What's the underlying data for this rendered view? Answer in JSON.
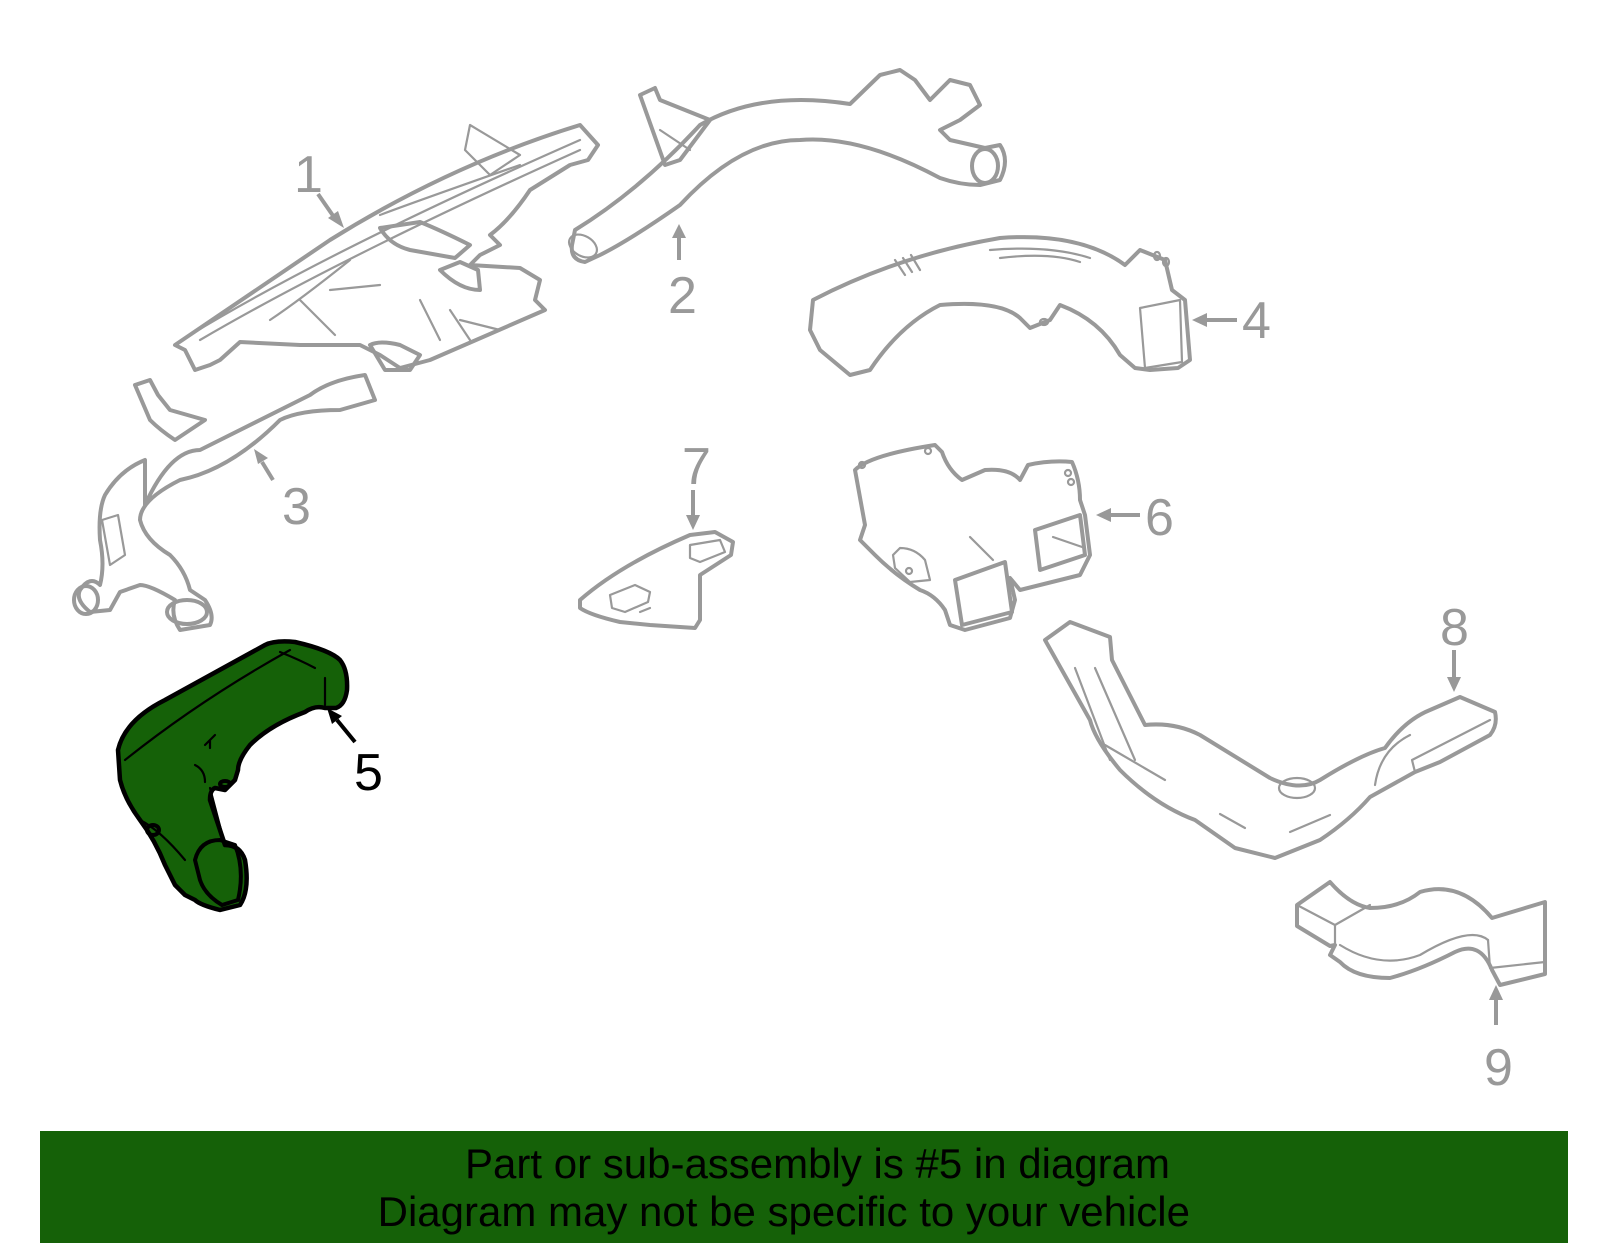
{
  "diagram": {
    "highlighted_part": "5",
    "callouts": [
      {
        "number": "1",
        "label": "1"
      },
      {
        "number": "2",
        "label": "2"
      },
      {
        "number": "3",
        "label": "3"
      },
      {
        "number": "4",
        "label": "4"
      },
      {
        "number": "5",
        "label": "5"
      },
      {
        "number": "6",
        "label": "6"
      },
      {
        "number": "7",
        "label": "7"
      },
      {
        "number": "8",
        "label": "8"
      },
      {
        "number": "9",
        "label": "9"
      }
    ],
    "colors": {
      "highlight_fill": "#156108",
      "part_outline": "#999999",
      "highlight_outline": "#000000",
      "banner_bg": "#156108"
    }
  },
  "banner": {
    "line1": "Part or sub-assembly is #5 in diagram",
    "line2": "Diagram may not be specific to your vehicle"
  }
}
